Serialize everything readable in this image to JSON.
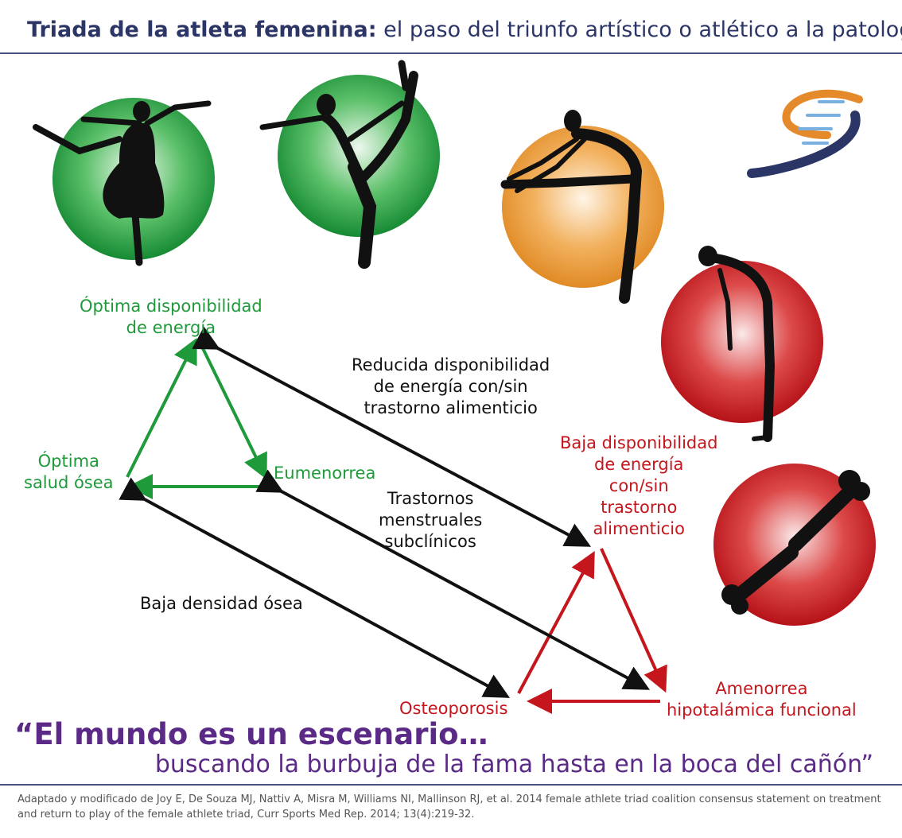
{
  "header": {
    "title_bold": "Triada de la atleta femenina:",
    "title_rest": " el paso del triunfo artístico o atlético a la patología"
  },
  "healthy_triangle": {
    "top": "Óptima disponibilidad\nde energía",
    "left": "Óptima\nsalud ósea",
    "right": "Eumenorrea",
    "color": "#1f9a3a"
  },
  "pathology_triangle": {
    "top": "Baja disponibilidad\nde energía\ncon/sin\ntrastorno\nalimenticio",
    "left": "Osteoporosis",
    "right": "Amenorrea\nhipotalámica funcional",
    "color": "#c4161c"
  },
  "spectrum_labels": {
    "energy": "Reducida disponibilidad\nde energía con/sin\ntrastorno alimenticio",
    "menstrual": "Trastornos\nmenstruales\nsubclínicos",
    "bone": "Baja densidad ósea"
  },
  "illustrations": [
    {
      "name": "ballerina-icon",
      "color": "green"
    },
    {
      "name": "dancer-leg-hold-icon",
      "color": "green"
    },
    {
      "name": "stretching-athlete-icon",
      "color": "orange"
    },
    {
      "name": "thin-bent-figure-icon",
      "color": "red"
    },
    {
      "name": "broken-bone-icon",
      "color": "red"
    },
    {
      "name": "logo-icon",
      "color": "blue-orange"
    }
  ],
  "quote": {
    "line1": "“El mundo es un escenario…",
    "line2": "buscando la burbuja de la fama hasta en la boca del cañón”"
  },
  "citation": "Adaptado y modificado de Joy E, De Souza MJ, Nattiv A, Misra M, Williams NI, Mallinson RJ, et al. 2014 female athlete triad coalition consensus statement on treatment and return to play of the female athlete triad, Curr Sports Med Rep. 2014; 13(4):219-32."
}
